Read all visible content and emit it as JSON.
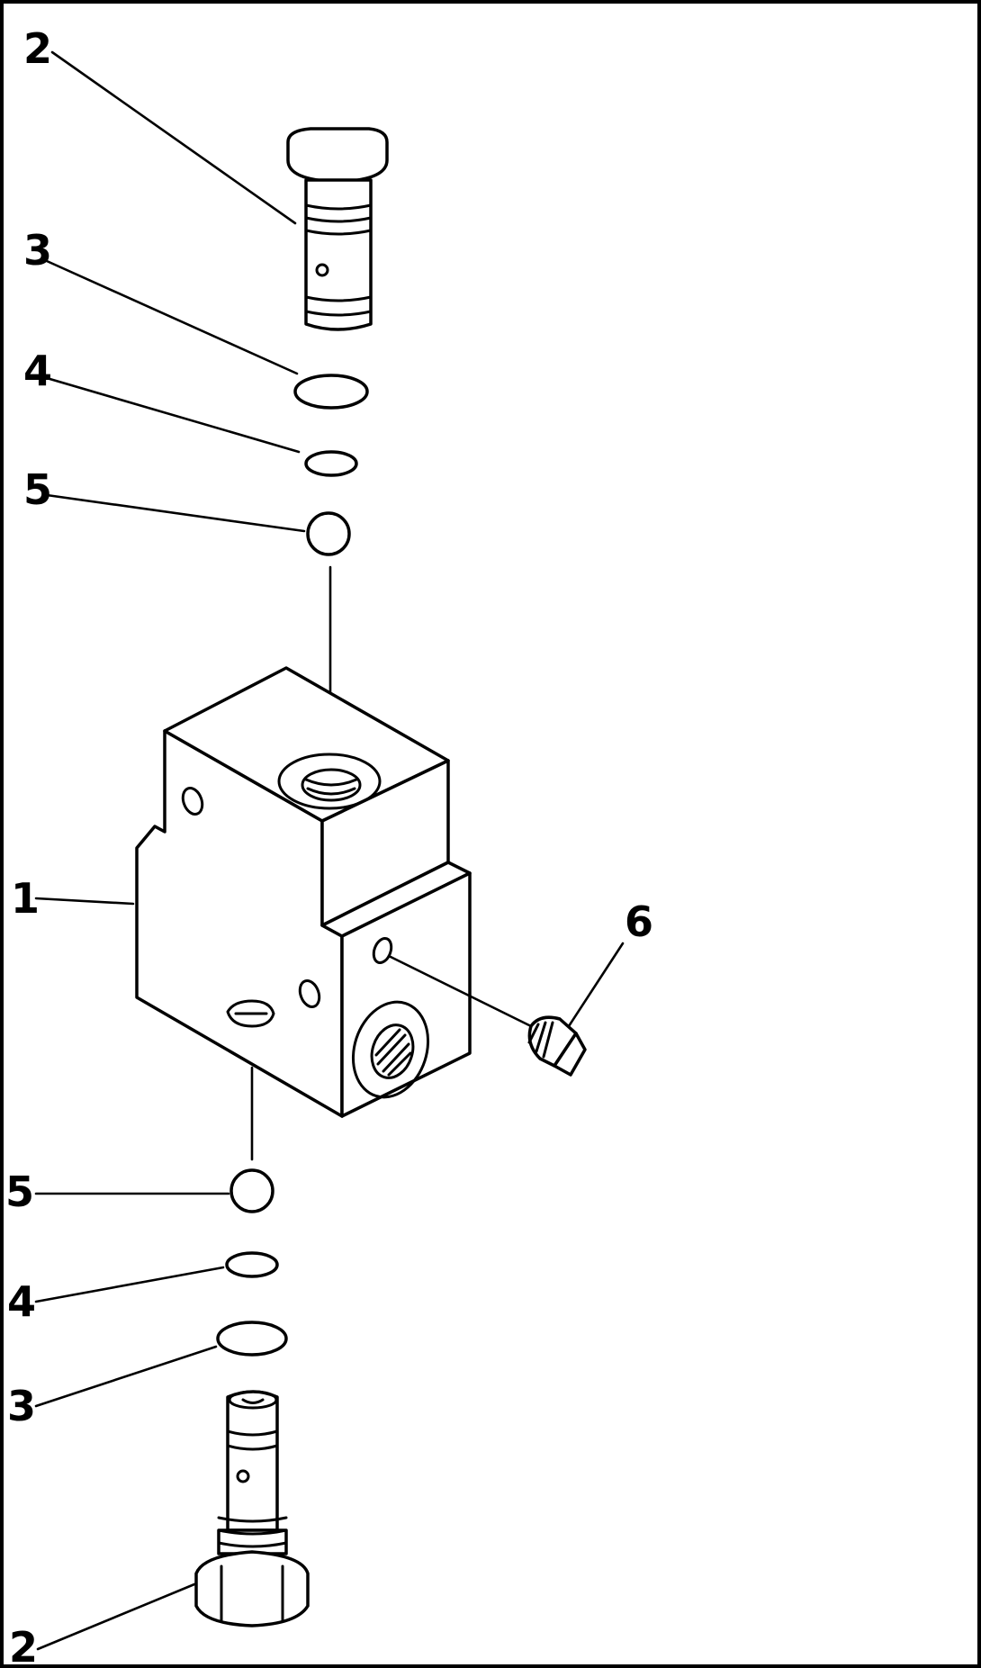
{
  "callouts": {
    "c2_top": "2",
    "c3_top": "3",
    "c4_top": "4",
    "c5_top": "5",
    "c1": "1",
    "c6": "6",
    "c5_bottom": "5",
    "c4_bottom": "4",
    "c3_bottom": "3",
    "c2_bottom": "2"
  }
}
